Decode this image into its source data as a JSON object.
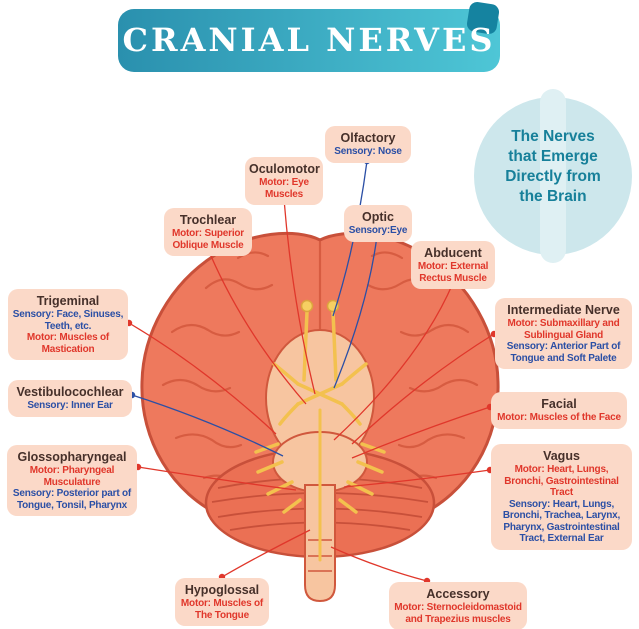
{
  "title": {
    "text": "CRANIAL NERVES"
  },
  "badge": {
    "lines": [
      "The Nerves",
      "that Emerge",
      "Directly from",
      "the Brain"
    ]
  },
  "colors": {
    "banner-start": "#2a90ae",
    "banner-end": "#4ec6d6",
    "banner-fold": "#1583a0",
    "badge-bg": "#cde7ec",
    "badge-stripe": "#dff0f3",
    "badge-text": "#17809a",
    "box-bg": "#fbd9c8",
    "motor": "#e0372b",
    "sensory": "#2b4fa5",
    "brain-fill": "#ee795d",
    "brain-stroke": "#c8503a",
    "nerve-yellow": "#f3c14e"
  },
  "nerves": {
    "olfactory": {
      "title": "Olfactory",
      "sensory": "Sensory: Nose"
    },
    "oculomotor": {
      "title": "Oculomotor",
      "motor": "Motor: Eye Muscles"
    },
    "trochlear": {
      "title": "Trochlear",
      "motor": "Motor: Superior Oblique Muscle"
    },
    "optic": {
      "title": "Optic",
      "sensory": "Sensory:Eye"
    },
    "abducent": {
      "title": "Abducent",
      "motor": "Motor: External Rectus Muscle"
    },
    "trigeminal": {
      "title": "Trigeminal",
      "sensory": "Sensory: Face, Sinuses, Teeth, etc.",
      "motor": "Motor: Muscles of Mastication"
    },
    "intermediate": {
      "title": "Intermediate Nerve",
      "motor": "Motor: Submaxillary and Sublingual Gland",
      "sensory": "Sensory: Anterior Part of Tongue and Soft Palete"
    },
    "vestibulocochlear": {
      "title": "Vestibulocochlear",
      "sensory": "Sensory: Inner Ear"
    },
    "facial": {
      "title": "Facial",
      "motor": "Motor: Muscles of the Face"
    },
    "glossopharyngeal": {
      "title": "Glossopharyngeal",
      "motor": "Motor: Pharyngeal Musculature",
      "sensory": "Sensory: Posterior part of Tongue, Tonsil, Pharynx"
    },
    "vagus": {
      "title": "Vagus",
      "motor": "Motor: Heart, Lungs, Bronchi, Gastrointestinal Tract",
      "sensory": "Sensory: Heart, Lungs, Bronchi, Trachea, Larynx, Pharynx, Gastrointestinal Tract, External Ear"
    },
    "hypoglossal": {
      "title": "Hypoglossal",
      "motor": "Motor: Muscles of The Tongue"
    },
    "accessory": {
      "title": "Accessory",
      "motor": "Motor: Sternocleidomastoid and Trapezius muscles"
    }
  }
}
